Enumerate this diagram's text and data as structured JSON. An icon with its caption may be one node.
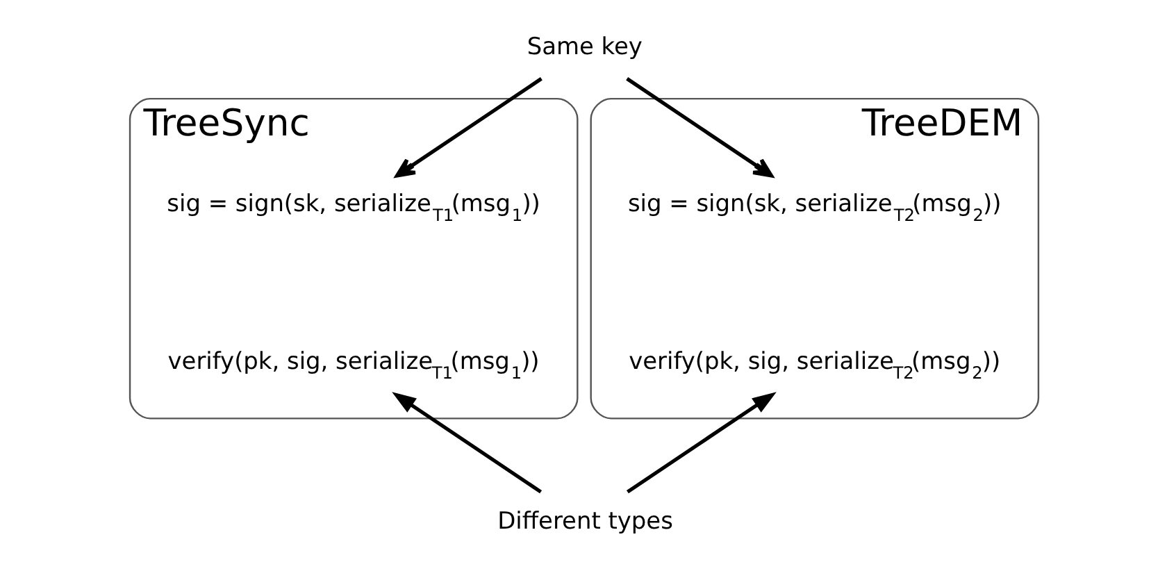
{
  "diagram": {
    "nodes": [
      {
        "text": [
          "TreeSync"
        ]
      },
      {
        "text": [
          "sig = sign(sk, serialize$_{T1}$(msg$_{1}$))"
        ],
        "in": 0
      },
      {
        "text": [
          "verify(pk, sig, serialize$_{T1}$(msg$_{1}$))"
        ],
        "in": 0
      },
      {
        "text": [
          "TreeDEM"
        ]
      },
      {
        "text": [
          "sig = sign(sk, serialize$_{T2}$(msg$_{2}$))"
        ],
        "in": 3
      },
      {
        "text": [
          "verify(pk, sig, serialize$_{T2}$(msg$_{2}$))"
        ],
        "in": 3
      },
      {
        "text": [
          "Same key"
        ]
      },
      {
        "text": [
          "Different types"
        ]
      }
    ],
    "edges": [
      {
        "from": 6,
        "to": 1,
        "arrow": "to"
      },
      {
        "from": 6,
        "to": 4,
        "arrow": "to"
      },
      {
        "from": 7,
        "to": 2,
        "arrow": "to"
      },
      {
        "from": 7,
        "to": 5,
        "arrow": "to"
      }
    ]
  }
}
